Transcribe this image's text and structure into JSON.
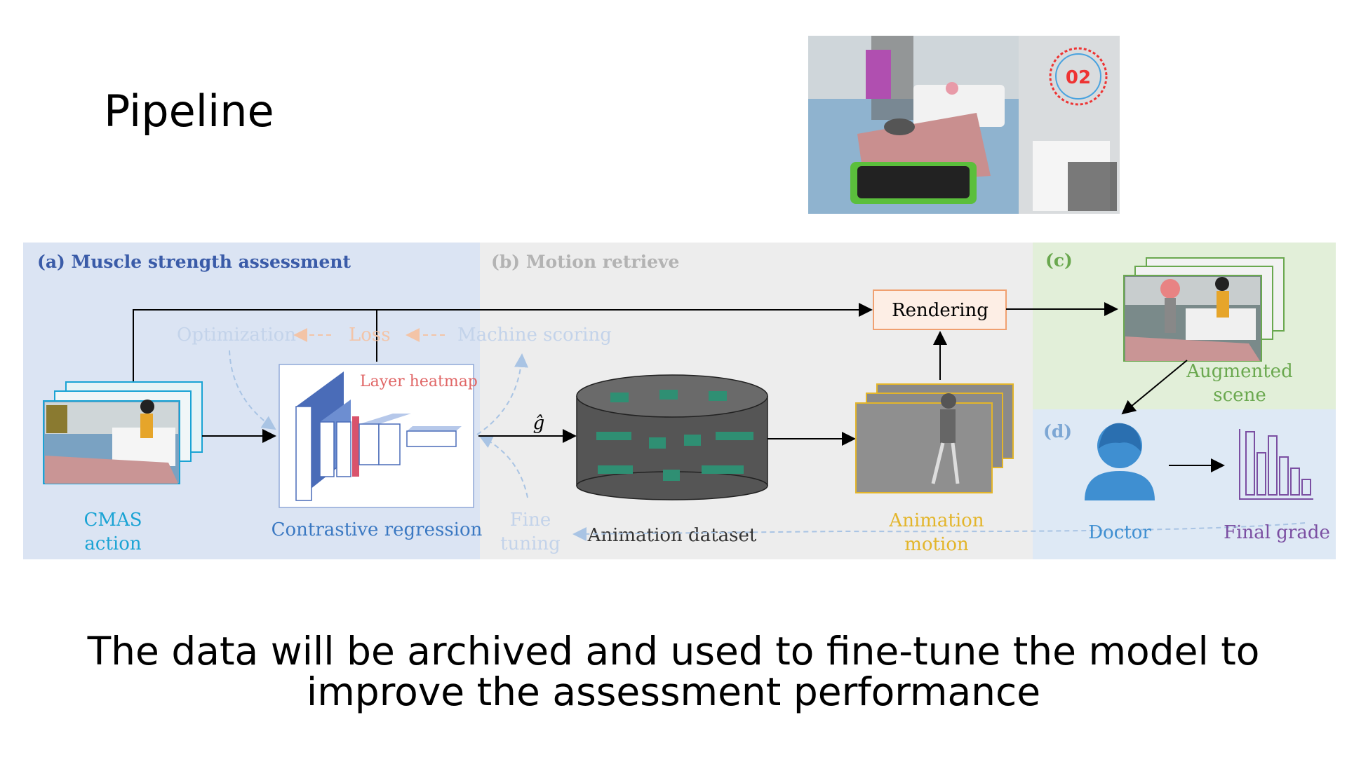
{
  "slide": {
    "title": "Pipeline",
    "caption_line1": "The data will be archived and used to fine-tune the model to",
    "caption_line2": "improve the assessment performance"
  },
  "video_overlay": {
    "timer_text": "02"
  },
  "diagram": {
    "panel_a_label": "(a) Muscle strength assessment",
    "panel_b_label": "(b) Motion retrieve",
    "panel_c_label": "(c)",
    "panel_d_label": "(d)",
    "rendering": "Rendering",
    "optimization": "Optimization",
    "loss": "Loss",
    "machine_scoring": "Machine scoring",
    "layer_heatmap": "Layer heatmap",
    "g_hat": "ĝ",
    "cmas_line1": "CMAS",
    "cmas_line2": "action",
    "contrastive_regression": "Contrastive regression",
    "fine_line1": "Fine",
    "fine_line2": "tuning",
    "animation_dataset": "Animation dataset",
    "animation_line1": "Animation",
    "animation_line2": "motion",
    "augmented_line1": "Augmented",
    "augmented_line2": "scene",
    "doctor": "Doctor",
    "final_grade": "Final grade"
  },
  "colors": {
    "panel_a_bg": "#dbe4f3",
    "panel_b_bg": "#ededed",
    "panel_c_bg": "#e2efd9",
    "panel_d_bg": "#dee9f5",
    "label_a": "#3a5ba8",
    "cmas": "#1aa3d4",
    "rendering_border": "#f0a070",
    "rendering_fill": "#fdeee5",
    "heatmap": "#e06666",
    "augmented": "#6aa84f",
    "animation": "#e3b52a",
    "doctor_icon": "#3f8fd1",
    "final_grade": "#7b4fa2"
  }
}
